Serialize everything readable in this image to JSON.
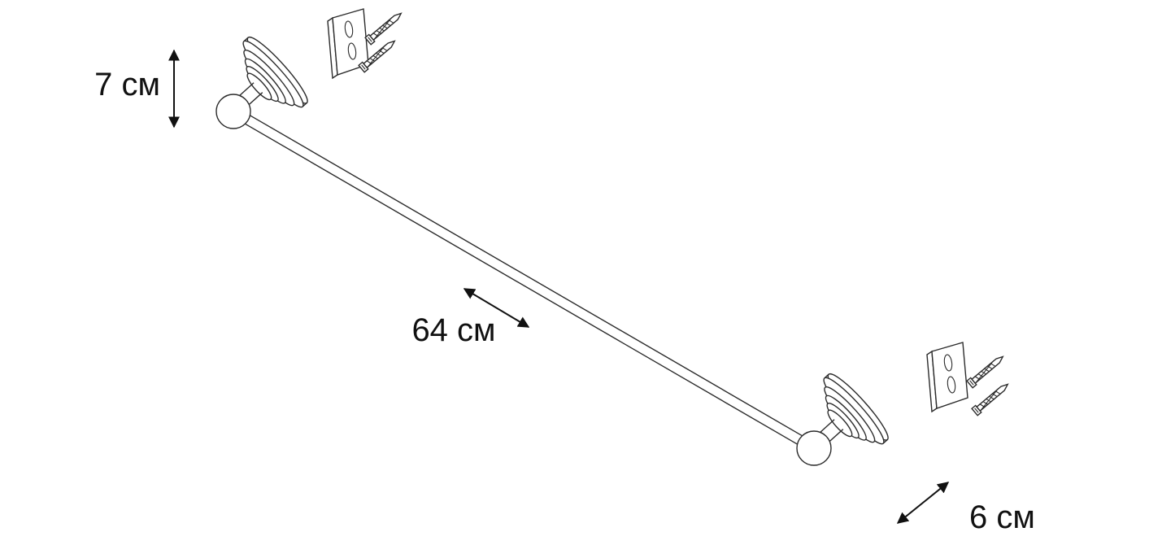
{
  "page": {
    "background_color": "#ffffff",
    "line_color": "#2b2b2b",
    "text_color": "#111111"
  },
  "diagram": {
    "product": "wall-mounted towel bar with two flanges, mounting plates, screws and anchors",
    "dimensions": {
      "height_label": "7 см",
      "length_label": "64 см",
      "depth_label": "6 см"
    }
  }
}
